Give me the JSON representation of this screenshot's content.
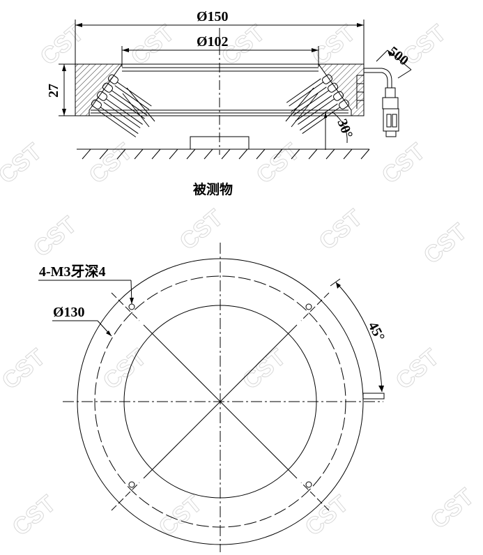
{
  "watermark": "CST",
  "side_view": {
    "outer_diameter": "Ø150",
    "inner_diameter": "Ø102",
    "height": "27",
    "cable_length": "500",
    "angle": "30°",
    "object_label": "被测物"
  },
  "top_view": {
    "hole_spec": "4-M3牙深4",
    "pcd": "Ø130",
    "angle": "45°"
  }
}
